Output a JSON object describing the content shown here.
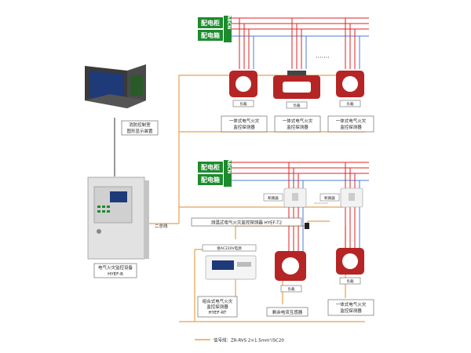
{
  "panel_top": {
    "label_1": "配电柜",
    "label_2": "配电箱",
    "phases": "ABCN"
  },
  "panel_mid": {
    "label_1": "配电柜",
    "label_2": "配电箱",
    "phases": "ABCN"
  },
  "workstation_label": [
    "消防控制室",
    "图形显示装置"
  ],
  "host_label": [
    "电气火灾监控设备",
    "HYEF-B"
  ],
  "bus_label": "二总线",
  "detector_top_label": [
    "一体式电气火灾",
    "监控探测器"
  ],
  "load_label": "负载",
  "temp_detector_label": "测温式电气火灾监控探测器 HYEF-T2",
  "breaker_label": "断路器",
  "power_label": "接AC220V电源",
  "combined_label": [
    "组合式电气火灾",
    "监控探测器",
    "HYEF-RT"
  ],
  "residual_label": "剩余电流互感器",
  "ellipsis": "·······",
  "legend_text": "信号线：ZR-RVS 2×1.5mm²/SC20",
  "colors": {
    "signal": "#e8a050",
    "phase": "#e02020",
    "neutral": "#4a7fd0",
    "cabinet": "#1e8a2e",
    "ct": "#b52525"
  }
}
